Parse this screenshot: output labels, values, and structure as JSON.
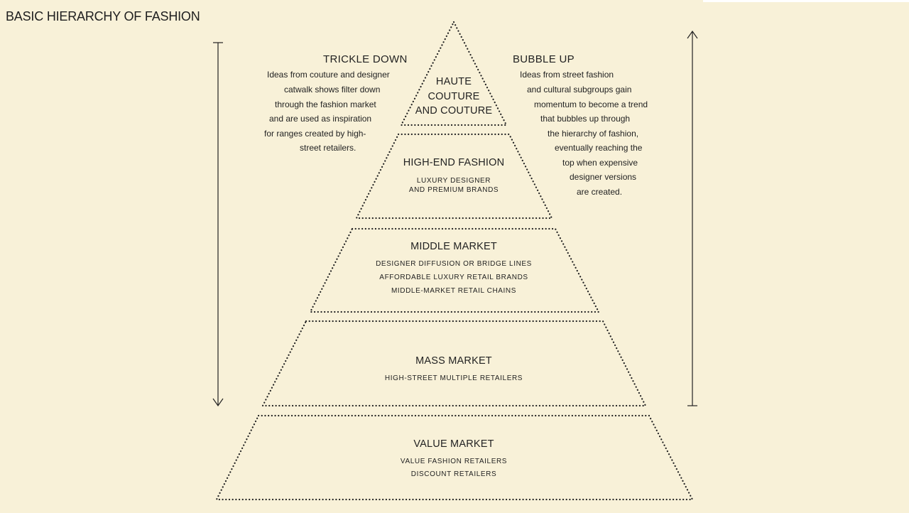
{
  "title": "BASIC HIERARCHY OF FASHION",
  "trickle_down": {
    "heading": "TRICKLE DOWN",
    "lines": [
      "Ideas from couture and designer",
      "catwalk shows filter down",
      "through the fashion market",
      "and are used as inspiration",
      "for ranges created by high-",
      "street retailers."
    ]
  },
  "bubble_up": {
    "heading": "BUBBLE UP",
    "lines": [
      "Ideas from street fashion",
      "and cultural subgroups gain",
      "momentum to become a trend",
      "that bubbles up through",
      "the hierarchy of fashion,",
      "eventually reaching the",
      "top when expensive",
      "designer versions",
      "are created."
    ]
  },
  "tiers": [
    {
      "title_lines": [
        "HAUTE",
        "COUTURE",
        "AND COUTURE"
      ],
      "subtitles": []
    },
    {
      "title_lines": [
        "HIGH-END FASHION"
      ],
      "subtitles": [
        "LUXURY DESIGNER",
        "AND PREMIUM BRANDS"
      ]
    },
    {
      "title_lines": [
        "MIDDLE MARKET"
      ],
      "subtitles": [
        "DESIGNER DIFFUSION OR BRIDGE LINES",
        "AFFORDABLE LUXURY RETAIL BRANDS",
        "MIDDLE-MARKET RETAIL CHAINS"
      ]
    },
    {
      "title_lines": [
        "MASS MARKET"
      ],
      "subtitles": [
        "HIGH-STREET MULTIPLE RETAILERS"
      ]
    },
    {
      "title_lines": [
        "VALUE MARKET"
      ],
      "subtitles": [
        "VALUE FASHION RETAILERS",
        "DISCOUNT RETAILERS"
      ]
    }
  ],
  "colors": {
    "background": "#f8f1d8",
    "ink": "#222222"
  }
}
